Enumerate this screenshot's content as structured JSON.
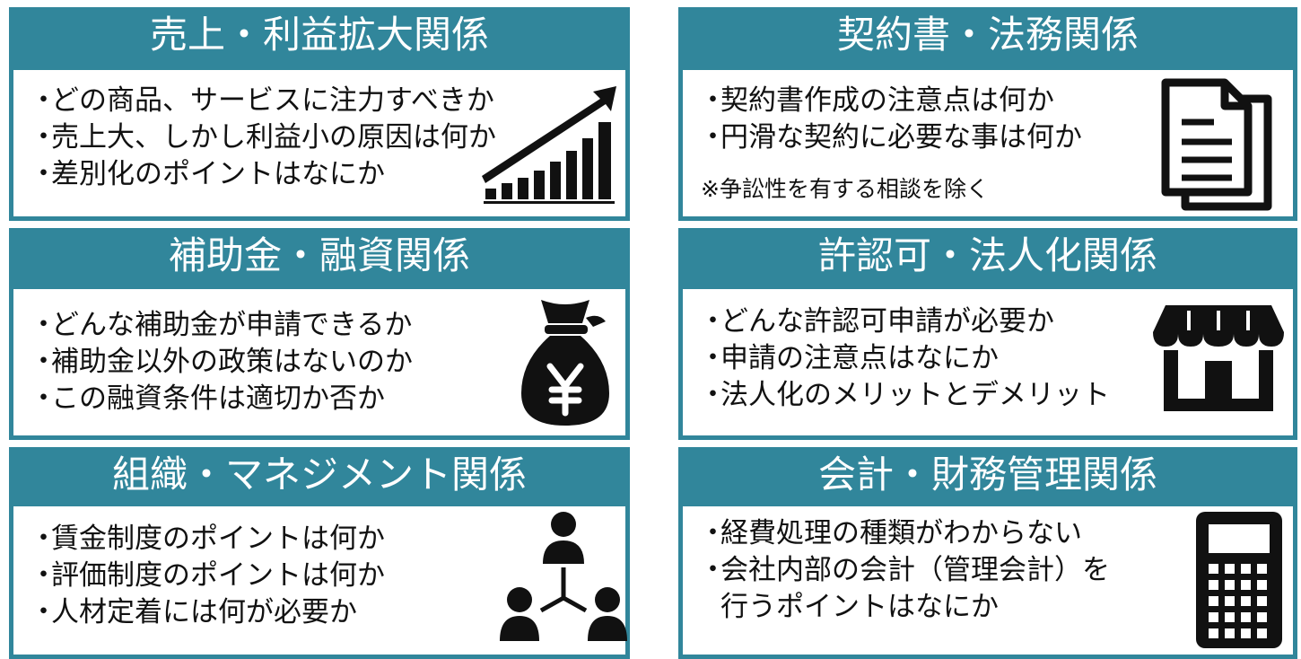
{
  "colors": {
    "accent": "#31869b",
    "icon": "#111111",
    "text": "#111111"
  },
  "bullet": "・",
  "sections": [
    {
      "title": "売上・利益拡大関係",
      "icon": "growth-chart-icon",
      "items": [
        "どの商品、サービスに注力すべきか",
        "売上大、しかし利益小の原因は何か",
        "差別化のポイントはなにか"
      ]
    },
    {
      "title": "契約書・法務関係",
      "icon": "document-icon",
      "items": [
        "契約書作成の注意点は何か",
        "円滑な契約に必要な事は何か"
      ],
      "note": "※争訟性を有する相談を除く"
    },
    {
      "title": "補助金・融資関係",
      "icon": "yen-money-bag-icon",
      "items": [
        "どんな補助金が申請できるか",
        "補助金以外の政策はないのか",
        "この融資条件は適切か否か"
      ]
    },
    {
      "title": "許認可・法人化関係",
      "icon": "storefront-icon",
      "items": [
        "どんな許認可申請が必要か",
        "申請の注意点はなにか",
        "法人化のメリットとデメリット"
      ]
    },
    {
      "title": "組織・マネジメント関係",
      "icon": "people-network-icon",
      "items": [
        "賃金制度のポイントは何か",
        "評価制度のポイントは何か",
        "人材定着には何が必要か"
      ]
    },
    {
      "title": "会計・財務管理関係",
      "icon": "calculator-icon",
      "items": [
        "経費処理の種類がわからない",
        "会社内部の会計（管理会計）を",
        "行うポイントはなにか"
      ]
    }
  ]
}
